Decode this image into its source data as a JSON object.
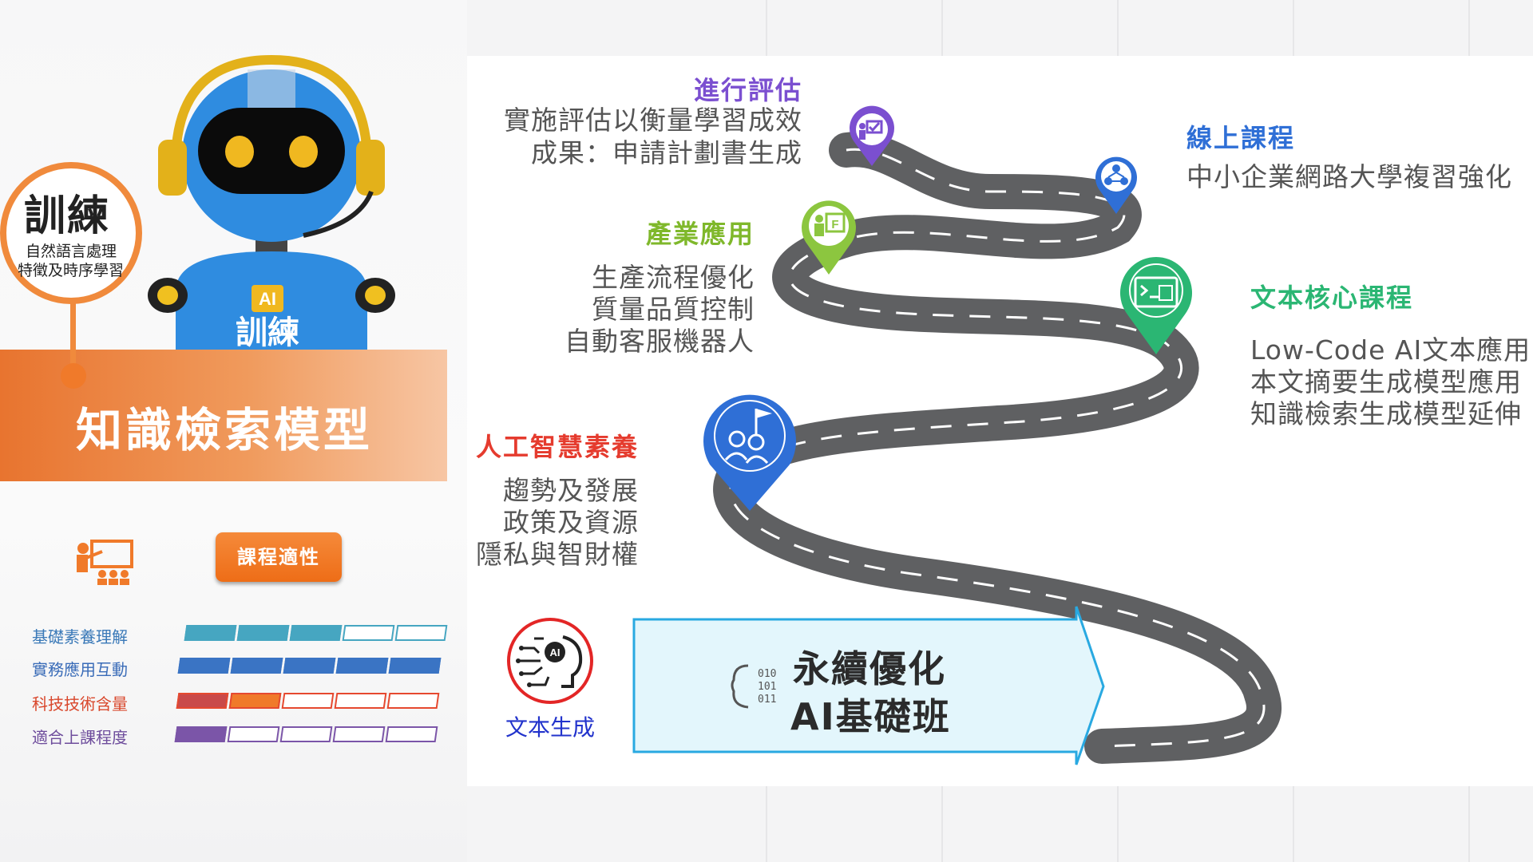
{
  "colors": {
    "orange": "#f08a3c",
    "purple": "#7b4fd0",
    "blue": "#2f6fd6",
    "green_light": "#8cc63f",
    "green": "#2bb673",
    "red": "#e32626",
    "road": "#5f6062",
    "banner": "#e3f6fc"
  },
  "robot": {
    "chest_badge": "AI",
    "chest_text": "訓練"
  },
  "circle": {
    "title": "訓練",
    "line1": "自然語言處理",
    "line2": "特徵及時序學習"
  },
  "band": {
    "title": "知識檢索模型"
  },
  "fitness": {
    "icon": "teacher-presentation-icon",
    "button": "課程適性",
    "rows": [
      {
        "label": "基礎素養理解",
        "level": 3,
        "of": 5,
        "color": "#46a6c1"
      },
      {
        "label": "實務應用互動",
        "level": 5,
        "of": 5,
        "color": "#3a74c4"
      },
      {
        "label": "科技技術含量",
        "level": 2,
        "of": 5,
        "color": "#e6492f"
      },
      {
        "label": "適合上課程度",
        "level": 1,
        "of": 5,
        "color": "#7b55a8"
      }
    ]
  },
  "stages": {
    "evaluate": {
      "title": "進行評估",
      "line1": "實施評估以衡量學習成效",
      "line2": "成果：申請計劃書生成",
      "icon": "evaluation-checklist-icon"
    },
    "online": {
      "title": "線上課程",
      "line1": "中小企業網路大學複習強化",
      "icon": "online-network-icon"
    },
    "industry": {
      "title": "產業應用",
      "line1": "生產流程優化",
      "line2": "質量品質控制",
      "line3": "自動客服機器人",
      "icon": "presenter-board-icon"
    },
    "text_core": {
      "title": "文本核心課程",
      "line1": "Low-Code AI文本應用",
      "line2": "本文摘要生成模型應用",
      "line3": "知識檢索生成模型延伸",
      "icon": "terminal-screen-icon"
    },
    "literacy": {
      "title": "人工智慧素養",
      "line1": "趨勢及發展",
      "line2": "政策及資源",
      "line3": "隱私與智財權",
      "icon": "goal-flag-people-icon"
    }
  },
  "ai_logo": {
    "label": "文本生成",
    "icon": "ai-head-circuit-icon",
    "badge": "AI"
  },
  "banner": {
    "line1": "永續優化",
    "line2": "AI基礎班",
    "icon": "binary-brain-icon"
  }
}
